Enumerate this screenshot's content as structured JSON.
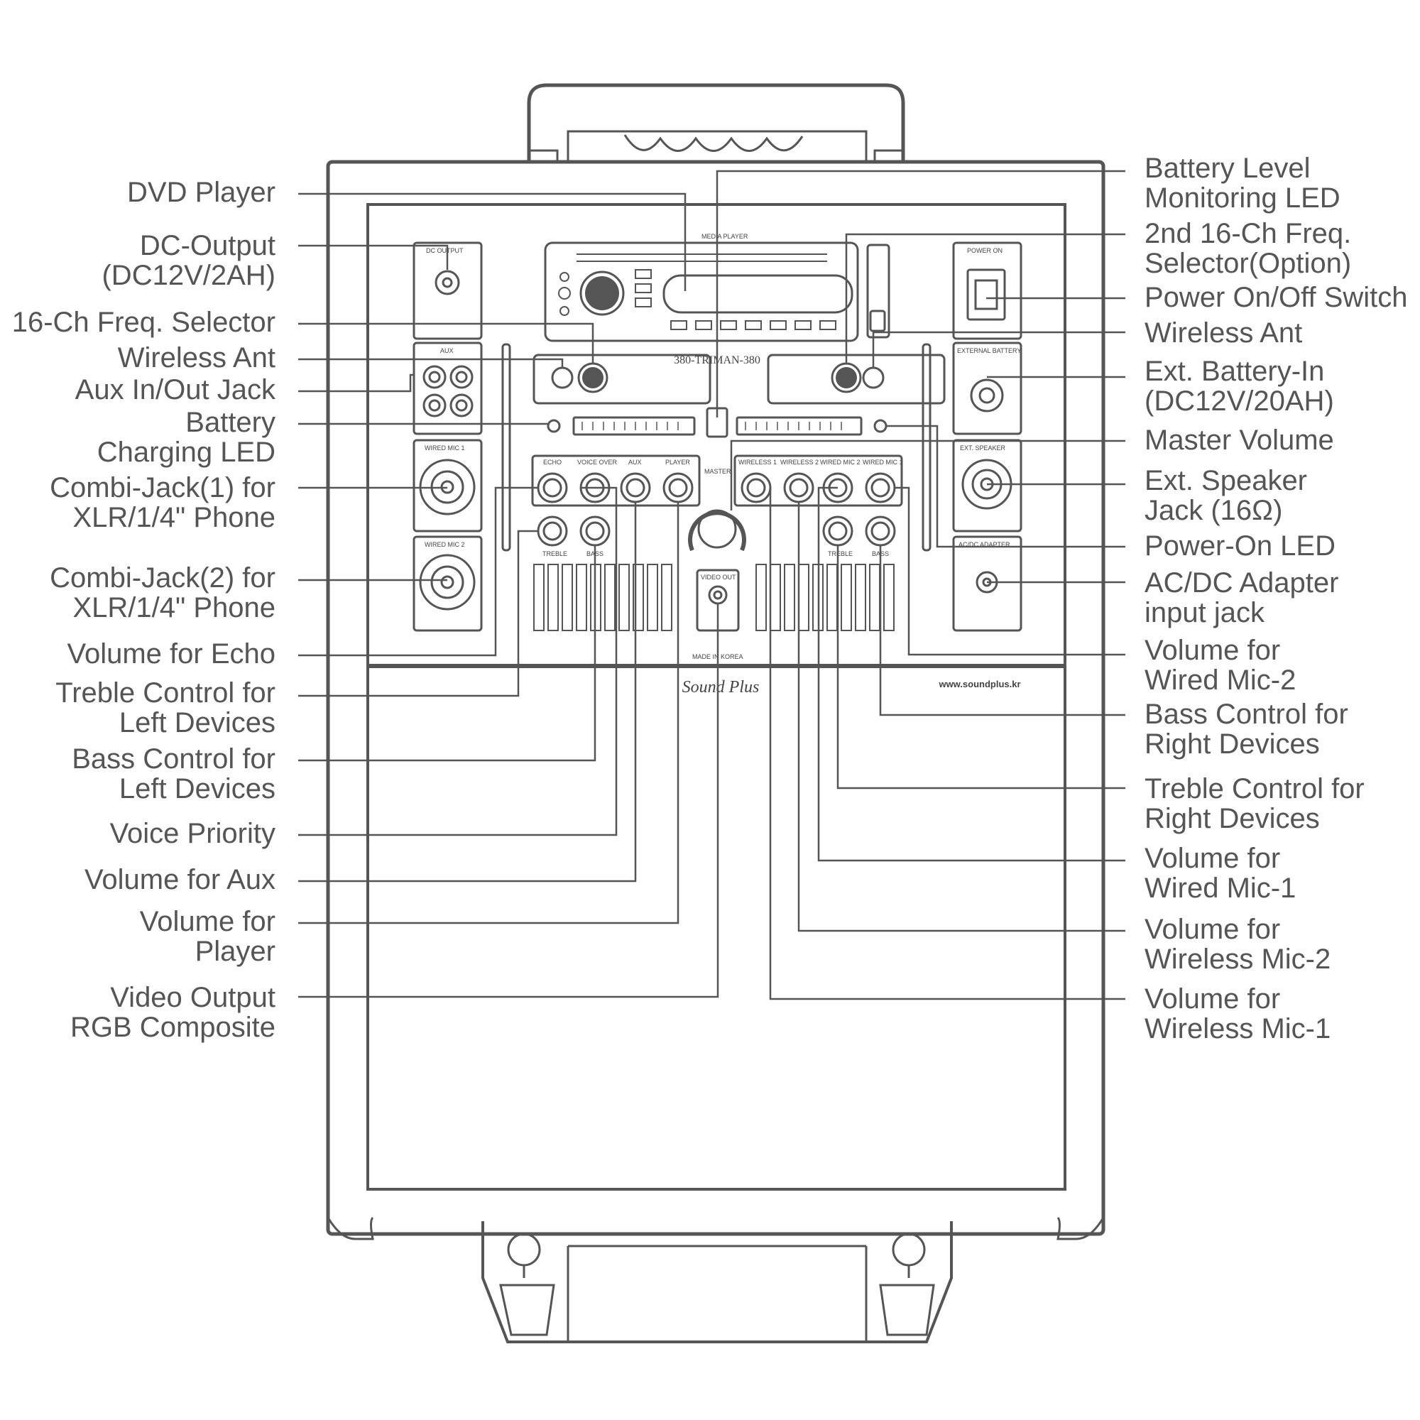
{
  "device": {
    "panel_model": "380-TRIMAN-380",
    "module_labels": {
      "media_player": "MEDIA PLAYER",
      "power_on": "POWER ON",
      "external_battery": "EXTERNAL BATTERY",
      "ext_speaker": "EXT. SPEAKER",
      "ac_dc_adapter": "AC/DC ADAPTER",
      "dc_output": "DC OUTPUT",
      "aux": "AUX",
      "wired_mic_1": "WIRED MIC 1",
      "wired_mic_2": "WIRED MIC 2",
      "video_out": "VIDEO OUT",
      "master_volume": "MASTER",
      "made_in": "MADE IN KOREA"
    },
    "knob_labels_left": [
      "ECHO",
      "VOICE OVER",
      "AUX",
      "PLAYER"
    ],
    "knob_labels_right": [
      "WIRELESS 1",
      "WIRELESS 2",
      "WIRED MIC 2",
      "WIRED MIC 1"
    ],
    "tone_labels": [
      "TREBLE",
      "BASS"
    ],
    "brand": "Sound Plus",
    "website": "www.soundplus.kr"
  },
  "callouts_left": [
    {
      "id": "dvd-player",
      "lines": [
        "DVD Player"
      ]
    },
    {
      "id": "dc-output",
      "lines": [
        "DC-Output",
        "(DC12V/2AH)"
      ]
    },
    {
      "id": "freq-selector-16ch",
      "lines": [
        "16-Ch Freq. Selector"
      ]
    },
    {
      "id": "wireless-ant-left",
      "lines": [
        "Wireless Ant"
      ]
    },
    {
      "id": "aux-jack",
      "lines": [
        "Aux In/Out Jack"
      ]
    },
    {
      "id": "battery-charging-led",
      "lines": [
        "Battery",
        "Charging LED"
      ]
    },
    {
      "id": "combi-jack-1",
      "lines": [
        "Combi-Jack(1) for",
        "XLR/1/4\" Phone"
      ]
    },
    {
      "id": "combi-jack-2",
      "lines": [
        "Combi-Jack(2) for",
        "XLR/1/4\" Phone"
      ]
    },
    {
      "id": "volume-echo",
      "lines": [
        "Volume for Echo"
      ]
    },
    {
      "id": "treble-left",
      "lines": [
        "Treble Control for",
        "Left Devices"
      ]
    },
    {
      "id": "bass-left",
      "lines": [
        "Bass Control for",
        "Left Devices"
      ]
    },
    {
      "id": "voice-priority",
      "lines": [
        "Voice Priority"
      ]
    },
    {
      "id": "volume-aux",
      "lines": [
        "Volume for Aux"
      ]
    },
    {
      "id": "volume-player",
      "lines": [
        "Volume for",
        "Player"
      ]
    },
    {
      "id": "video-output",
      "lines": [
        "Video Output",
        "RGB Composite"
      ]
    }
  ],
  "callouts_right": [
    {
      "id": "battery-level-led",
      "lines": [
        "Battery Level",
        "Monitoring LED"
      ]
    },
    {
      "id": "freq-selector-2nd",
      "lines": [
        "2nd 16-Ch Freq.",
        "Selector(Option)"
      ]
    },
    {
      "id": "power-switch",
      "lines": [
        "Power On/Off Switch"
      ]
    },
    {
      "id": "wireless-ant-right",
      "lines": [
        "Wireless Ant"
      ]
    },
    {
      "id": "ext-battery-in",
      "lines": [
        "Ext. Battery-In",
        "(DC12V/20AH)"
      ]
    },
    {
      "id": "master-volume",
      "lines": [
        "Master Volume"
      ]
    },
    {
      "id": "ext-speaker-jack",
      "lines": [
        "Ext. Speaker",
        "Jack (16Ω)"
      ]
    },
    {
      "id": "power-on-led",
      "lines": [
        "Power-On LED"
      ]
    },
    {
      "id": "ac-dc-adapter",
      "lines": [
        "AC/DC Adapter",
        "input jack"
      ]
    },
    {
      "id": "volume-wired-mic-2",
      "lines": [
        "Volume for",
        "Wired Mic-2"
      ]
    },
    {
      "id": "bass-right",
      "lines": [
        "Bass Control for",
        "Right Devices"
      ]
    },
    {
      "id": "treble-right",
      "lines": [
        "Treble Control for",
        "Right Devices"
      ]
    },
    {
      "id": "volume-wired-mic-1",
      "lines": [
        "Volume for",
        "Wired Mic-1"
      ]
    },
    {
      "id": "volume-wireless-mic-2",
      "lines": [
        "Volume for",
        "Wireless Mic-2"
      ]
    },
    {
      "id": "volume-wireless-mic-1",
      "lines": [
        "Volume for",
        "Wireless Mic-1"
      ]
    }
  ],
  "colors": {
    "stroke": "#555555",
    "text": "#555555",
    "background": "#ffffff"
  }
}
